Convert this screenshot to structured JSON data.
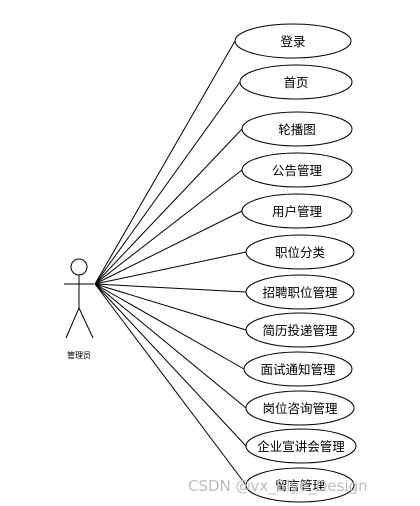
{
  "actor": {
    "label": "管理员"
  },
  "use_cases": [
    {
      "label": "登录"
    },
    {
      "label": "首页"
    },
    {
      "label": "轮播图"
    },
    {
      "label": "公告管理"
    },
    {
      "label": "用户管理"
    },
    {
      "label": "职位分类"
    },
    {
      "label": "招聘职位管理"
    },
    {
      "label": "简历投递管理"
    },
    {
      "label": "面试通知管理"
    },
    {
      "label": "岗位咨询管理"
    },
    {
      "label": "企业宣讲会管理"
    },
    {
      "label": "留言管理"
    }
  ],
  "watermark": "CSDN @vx_Biye_Design"
}
